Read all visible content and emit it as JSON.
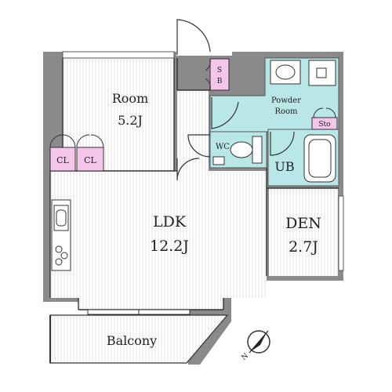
{
  "rooms": {
    "room": {
      "name": "Room",
      "size": "5.2J"
    },
    "ldk": {
      "name": "LDK",
      "size": "12.2J"
    },
    "den": {
      "name": "DEN",
      "size": "2.7J"
    },
    "balcony": {
      "name": "Balcony"
    },
    "powder_room": {
      "line1": "Powder",
      "line2": "Room"
    },
    "wc": {
      "name": "WC"
    },
    "ub": {
      "name": "UB"
    }
  },
  "closets": {
    "cl_left": "CL",
    "cl_right": "CL",
    "shoe_box_line1": "S",
    "shoe_box_line2": "B",
    "storage": "Sto"
  },
  "compass": {
    "label": "N"
  },
  "colors": {
    "wall": "#8a8a8a",
    "floor": "#eeeeee",
    "wet_area": "#b9e6e6",
    "closet": "#f4c6ea",
    "line": "#333333"
  }
}
